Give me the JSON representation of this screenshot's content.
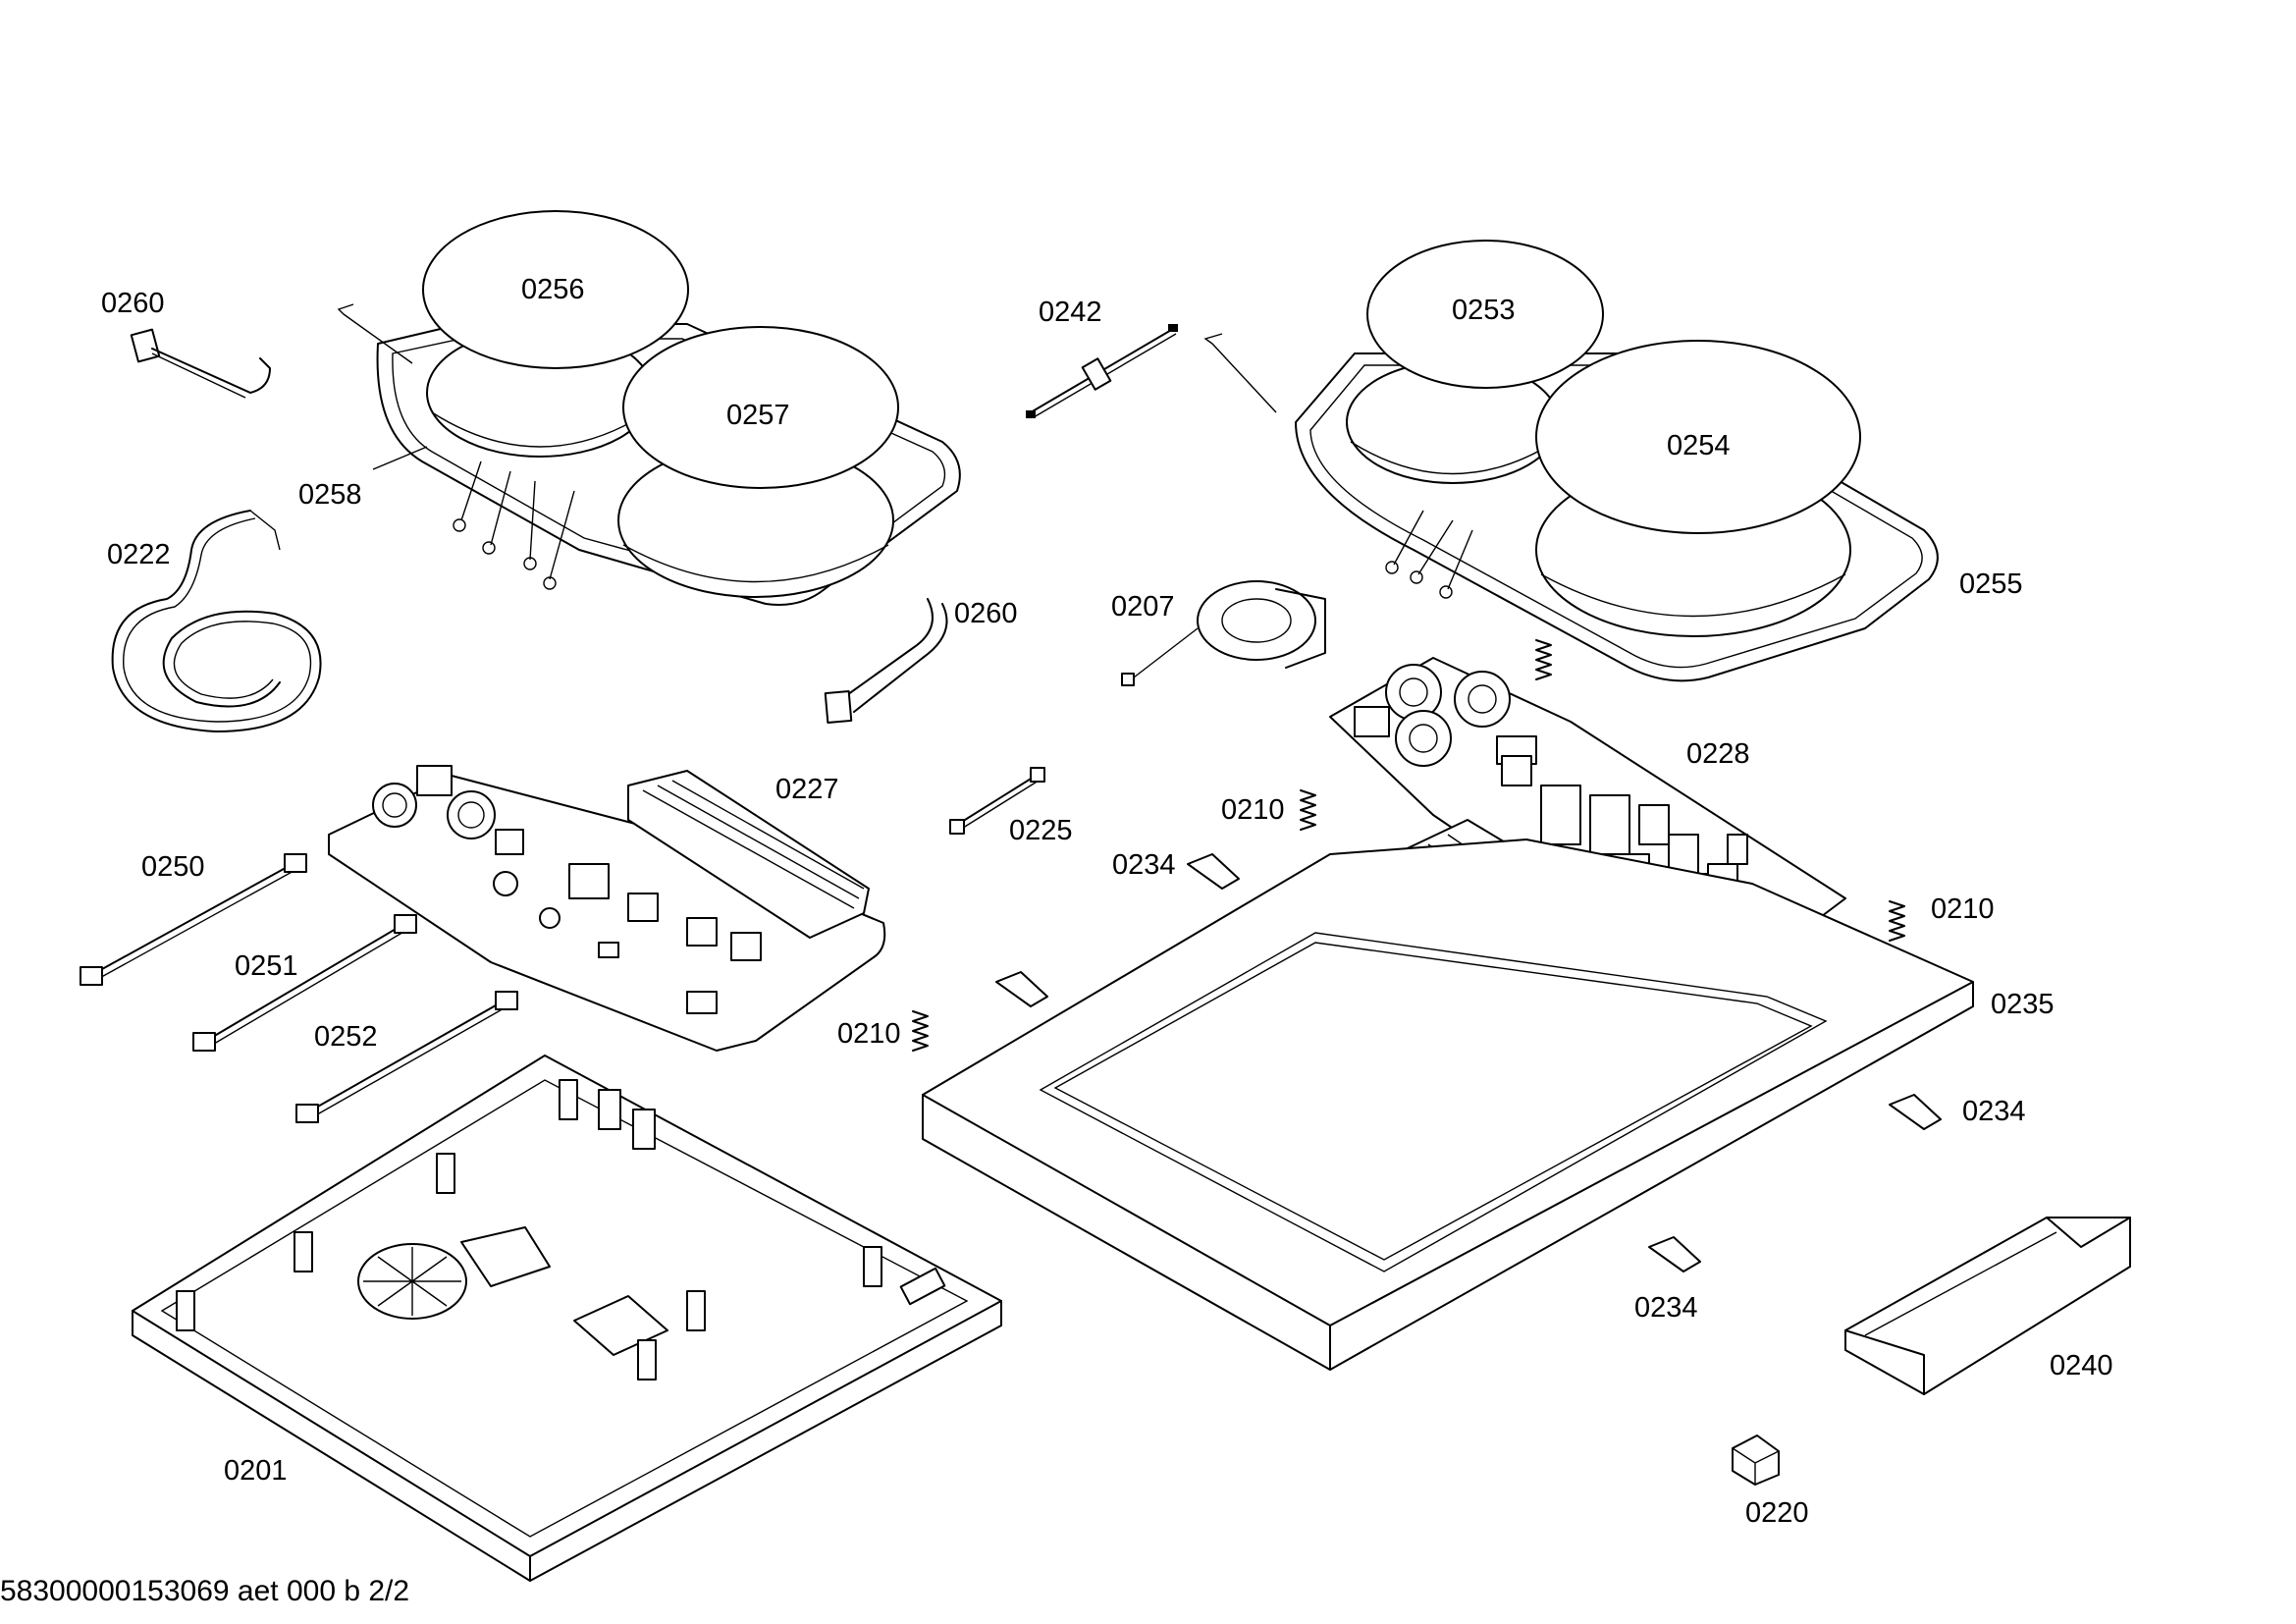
{
  "labels": {
    "p0260a": "0260",
    "p0256": "0256",
    "p0257": "0257",
    "p0258": "0258",
    "p0242": "0242",
    "p0253": "0253",
    "p0254": "0254",
    "p0255": "0255",
    "p0222": "0222",
    "p0260b": "0260",
    "p0207": "0207",
    "p0227": "0227",
    "p0228": "0228",
    "p0225": "0225",
    "p0210a": "0210",
    "p0210b": "0210",
    "p0210c": "0210",
    "p0250": "0250",
    "p0251": "0251",
    "p0252": "0252",
    "p0234a": "0234",
    "p0234b": "0234",
    "p0234c": "0234",
    "p0235": "0235",
    "p0240": "0240",
    "p0201": "0201",
    "p0220": "0220"
  },
  "footer": "58300000153069 aet 000 b 2/2"
}
